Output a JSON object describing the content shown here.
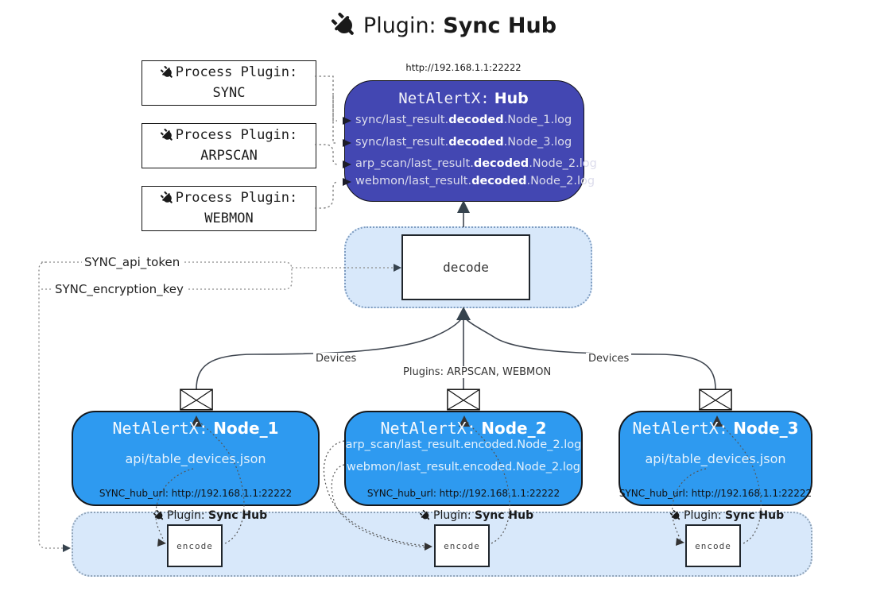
{
  "title": {
    "word": "Plugin:",
    "name": "Sync Hub"
  },
  "process_plugins": [
    {
      "label": "Process Plugin:",
      "name": "SYNC"
    },
    {
      "label": "Process Plugin:",
      "name": "ARPSCAN"
    },
    {
      "label": "Process Plugin:",
      "name": "WEBMON"
    }
  ],
  "hub": {
    "url_label": "http://192.168.1.1:22222",
    "name_prefix": "NetAlertX:",
    "name": "Hub",
    "rows": [
      {
        "pre": "sync/last_result.",
        "bold": "decoded",
        "post": ".Node_1.log"
      },
      {
        "pre": "sync/last_result.",
        "bold": "decoded",
        "post": ".Node_3.log"
      },
      {
        "pre": "arp_scan/last_result.",
        "bold": "decoded",
        "post": ".Node_2.log"
      },
      {
        "pre": "webmon/last_result.",
        "bold": "decoded",
        "post": ".Node_2.log"
      }
    ]
  },
  "decode": {
    "label": "decode"
  },
  "tokens": {
    "api_token": "SYNC_api_token",
    "encryption_key": "SYNC_encryption_key"
  },
  "edges": {
    "devices_left": "Devices",
    "plugins_center": "Plugins: ARPSCAN, WEBMON",
    "devices_right": "Devices"
  },
  "nodes": [
    {
      "name_prefix": "NetAlertX:",
      "name": "Node_1",
      "files": [
        "api/table_devices.json"
      ],
      "hub_url": "SYNC_hub_url: http://192.168.1.1:22222"
    },
    {
      "name_prefix": "NetAlertX:",
      "name": "Node_2",
      "files": [
        "arp_scan/last_result.encoded.Node_2.log",
        "webmon/last_result.encoded.Node_2.log"
      ],
      "hub_url": "SYNC_hub_url: http://192.168.1.1:22222"
    },
    {
      "name_prefix": "NetAlertX:",
      "name": "Node_3",
      "files": [
        "api/table_devices.json"
      ],
      "hub_url": "SYNC_hub_url: http://192.168.1.1:22222"
    }
  ],
  "encoders": [
    {
      "plugin_word": "Plugin:",
      "plugin_name": "Sync Hub",
      "label": "encode"
    },
    {
      "plugin_word": "Plugin:",
      "plugin_name": "Sync Hub",
      "label": "encode"
    },
    {
      "plugin_word": "Plugin:",
      "plugin_name": "Sync Hub",
      "label": "encode"
    }
  ],
  "colors": {
    "hub_fill": "#4347b2",
    "node_fill": "#2e9af0",
    "container_fill": "#d8e8fa",
    "container_border": "#7e9cc0",
    "line": "#3f4650",
    "arrow": "#36434e"
  }
}
